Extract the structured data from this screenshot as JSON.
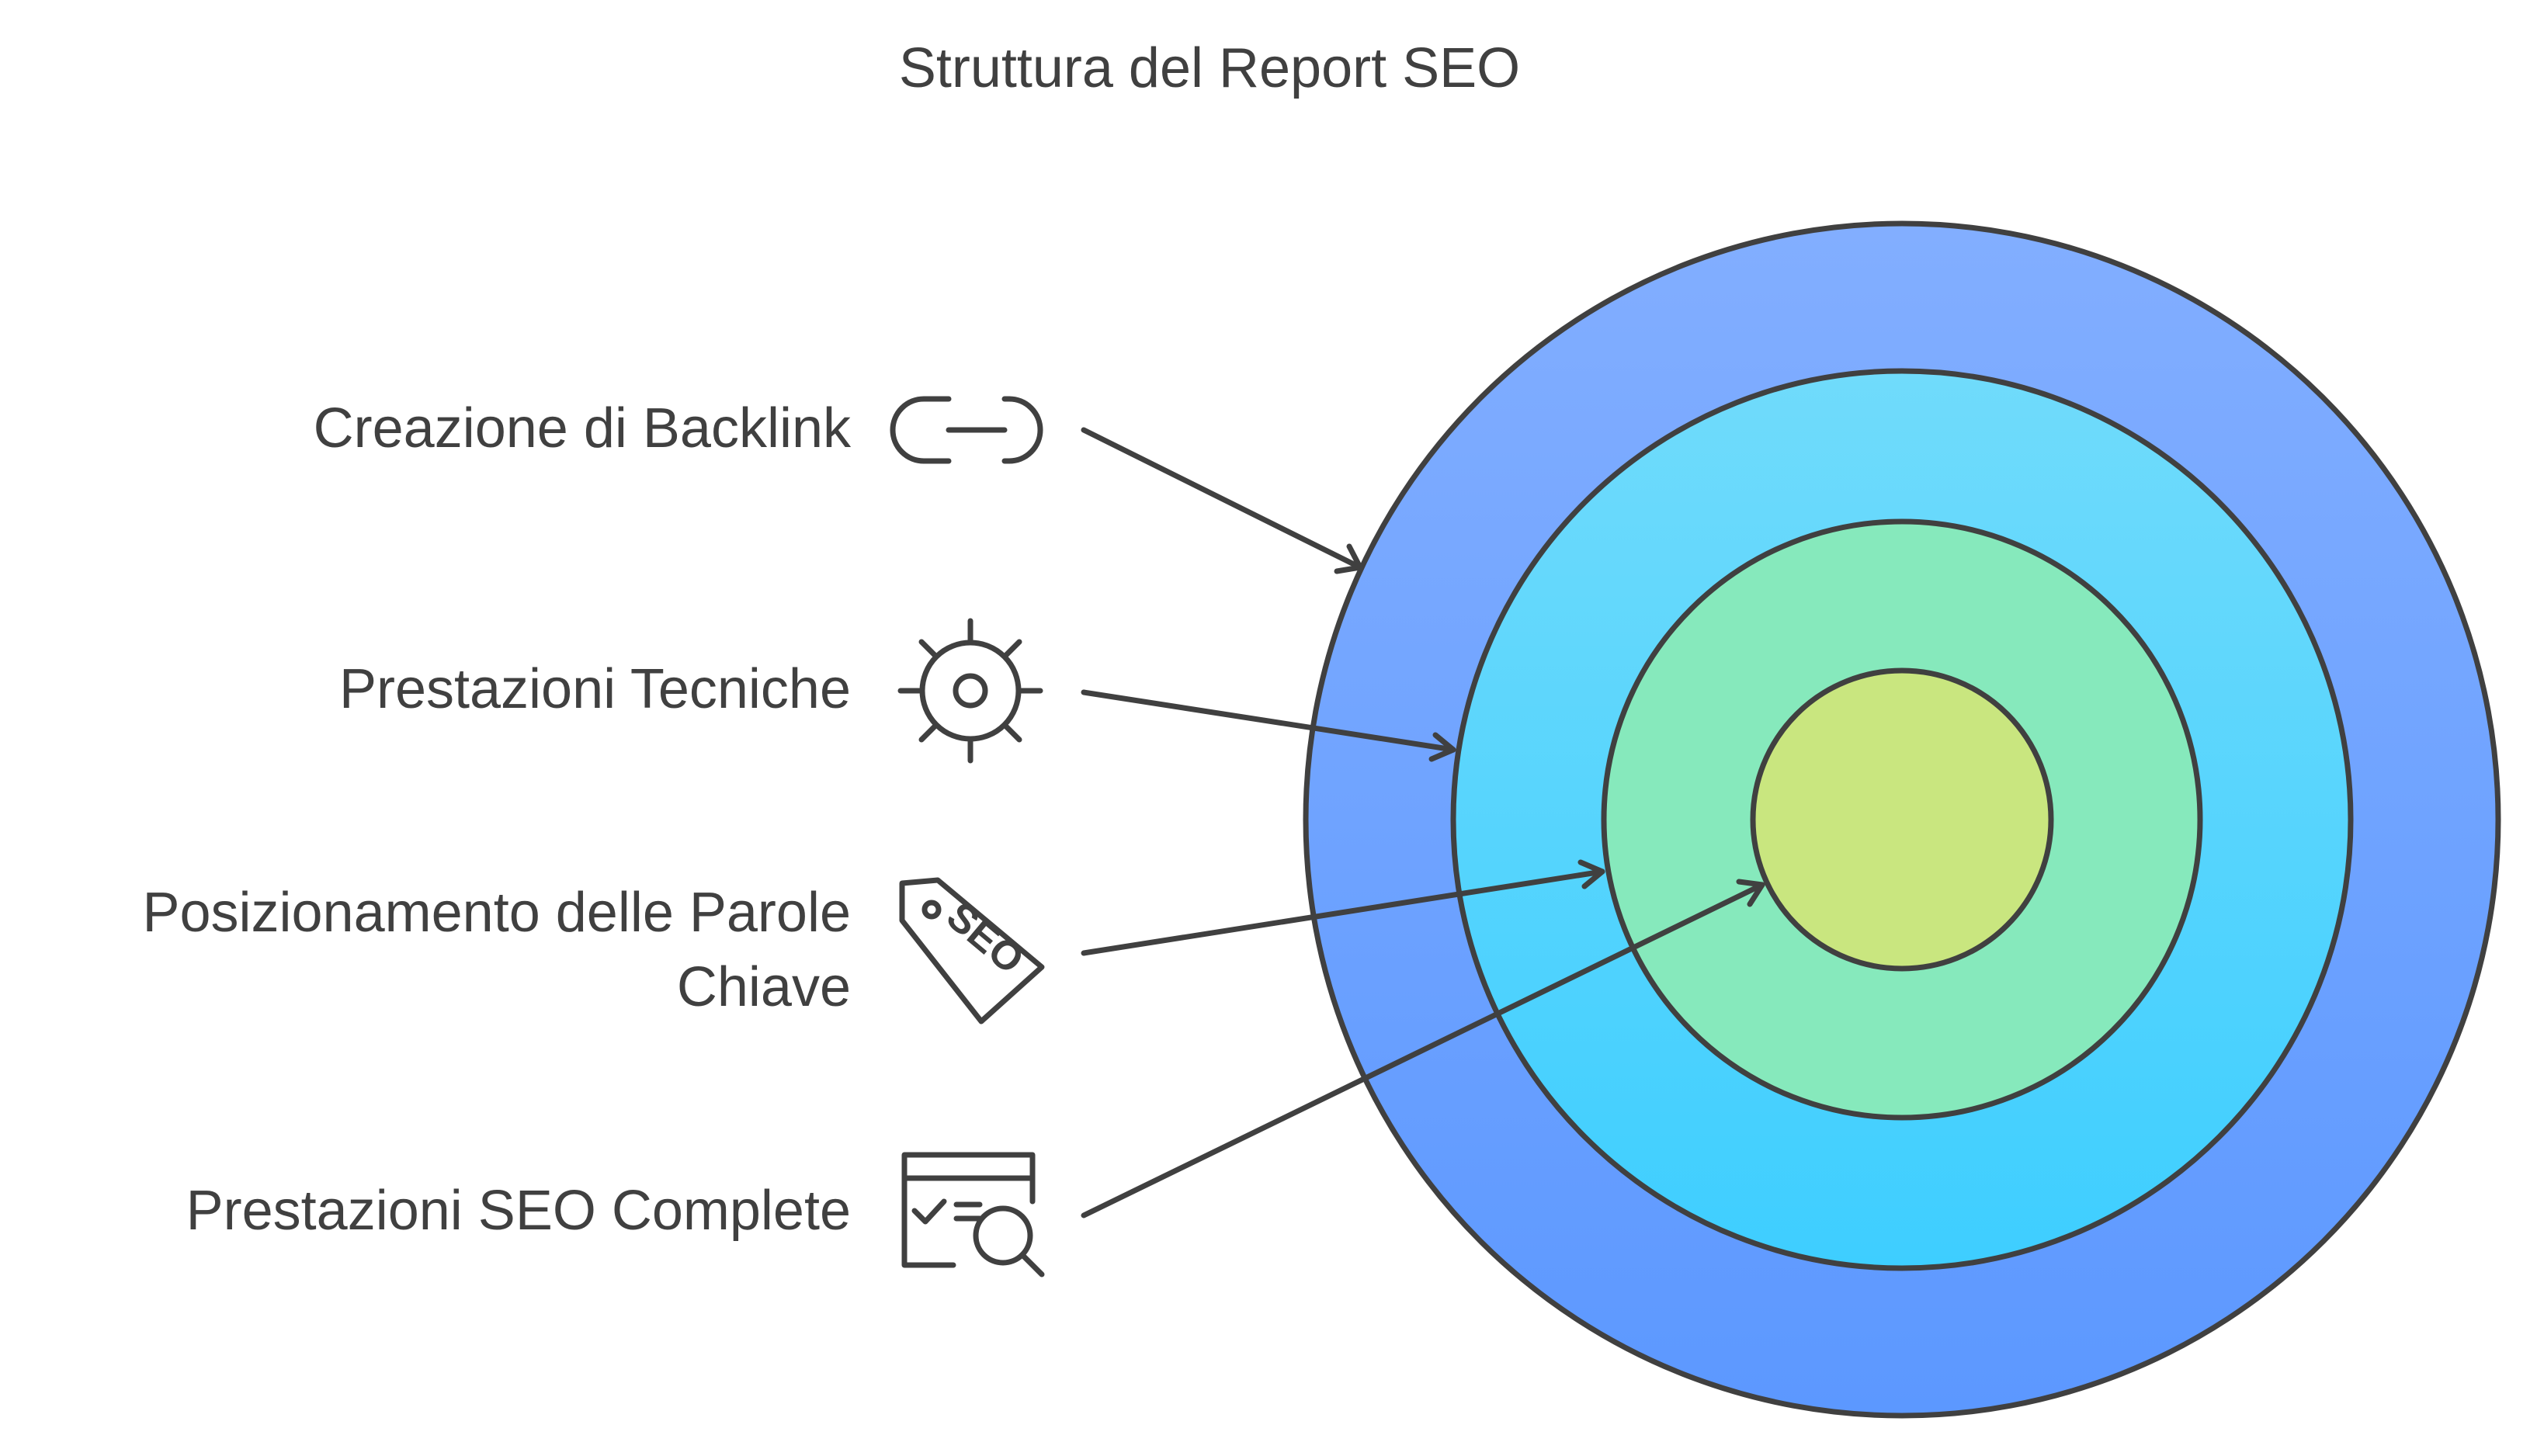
{
  "title": "Struttura del Report SEO",
  "items": [
    {
      "label_lines": [
        "Creazione di Backlink"
      ],
      "icon": "link-icon"
    },
    {
      "label_lines": [
        "Prestazioni Tecniche"
      ],
      "icon": "gear-icon"
    },
    {
      "label_lines": [
        "Posizionamento delle Parole",
        "Chiave"
      ],
      "icon": "seo-tag-icon"
    },
    {
      "label_lines": [
        "Prestazioni SEO Complete"
      ],
      "icon": "seo-audit-icon"
    }
  ],
  "icon_texts": {
    "seo_tag": "SEO"
  },
  "colors": {
    "ring_outer_top": "#82AEFF",
    "ring_outer_bottom": "#5C98FF",
    "ring_second_top": "#70DBFB",
    "ring_second_bottom": "#3ECEFF",
    "ring_third": "#86E9BC",
    "ring_core": "#C9E67F",
    "stroke": "#404040",
    "text": "#404040"
  }
}
